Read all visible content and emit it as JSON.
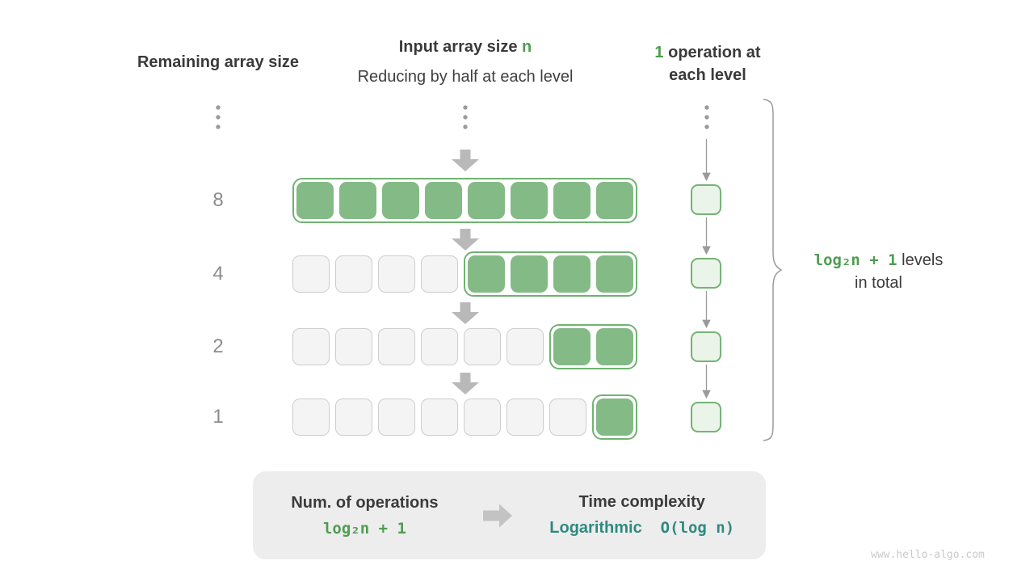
{
  "headers": {
    "remaining": "Remaining array size",
    "input_title_prefix": "Input array size ",
    "input_title_var": "n",
    "input_subtitle": "Reducing by half at each level",
    "ops_line1_num": "1",
    "ops_line1_rest": " operation at",
    "ops_line2": "each level"
  },
  "rows": [
    {
      "label": "8",
      "total_cells": 8,
      "filled_from": 0
    },
    {
      "label": "4",
      "total_cells": 8,
      "filled_from": 4
    },
    {
      "label": "2",
      "total_cells": 8,
      "filled_from": 6
    },
    {
      "label": "1",
      "total_cells": 8,
      "filled_from": 7
    }
  ],
  "ops_column": {
    "count": 4
  },
  "brace_label": {
    "formula": "log₂n + 1",
    "suffix": " levels",
    "line2": "in total"
  },
  "summary": {
    "left_title": "Num. of operations",
    "left_formula": "log₂n + 1",
    "right_title": "Time complexity",
    "right_name": "Logarithmic",
    "right_bigO": "O(log n)"
  },
  "watermark": "www.hello-algo.com",
  "colors": {
    "green_text": "#4e9d52",
    "teal_text": "#2f8a80",
    "green_fill": "#84ba86",
    "green_border": "#6fb371",
    "light_green_fill": "#eaf4e8",
    "empty_fill": "#f4f4f4",
    "empty_border": "#cdcdcd",
    "dark_text": "#3b3b3b",
    "gray_text": "#8c8c8c",
    "arrow_gray": "#b9b9b9"
  }
}
